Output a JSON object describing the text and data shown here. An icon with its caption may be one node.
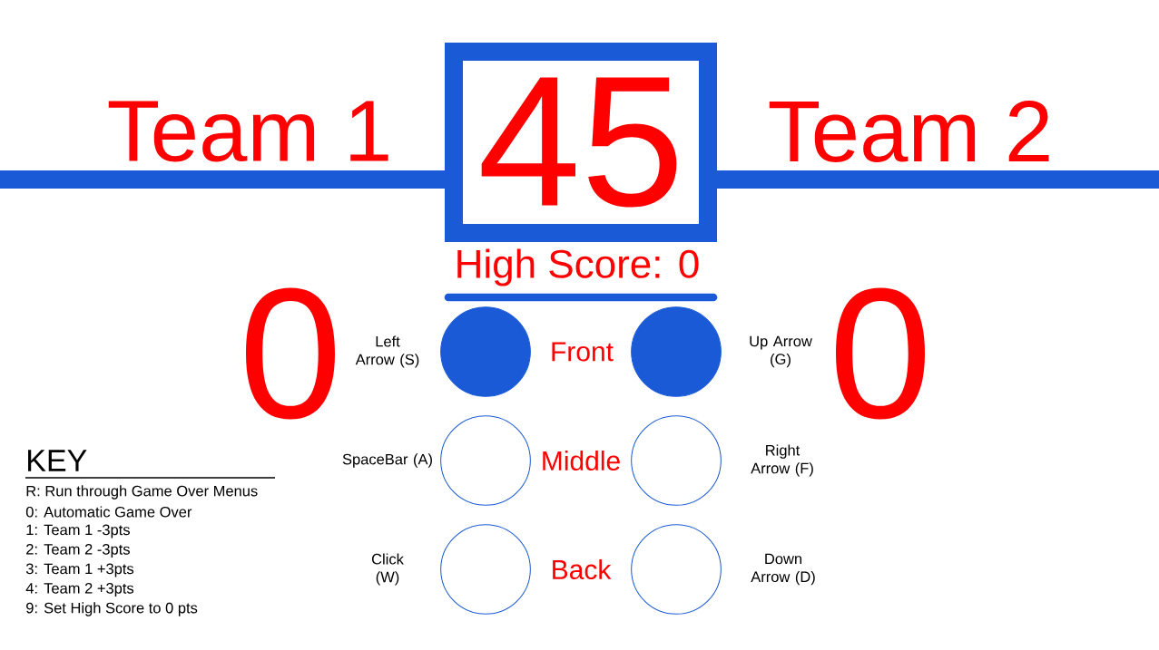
{
  "diagram": {
    "nodes": [
      {
        "text": [
          "45"
        ]
      },
      {
        "text": [],
        "shape": "circle",
        "beside": [
          "Left Arrow (S)"
        ]
      },
      {
        "text": [],
        "shape": "circle",
        "beside": [
          "Up Arrow (G)"
        ]
      },
      {
        "text": [],
        "shape": "circle",
        "beside": [
          "SpaceBar (A)"
        ]
      },
      {
        "text": [],
        "shape": "circle",
        "beside": [
          "Right Arrow (F)"
        ]
      },
      {
        "text": [],
        "shape": "circle",
        "beside": [
          "Click (W)"
        ]
      },
      {
        "text": [],
        "shape": "circle",
        "beside": [
          "Down Arrow (D)"
        ]
      }
    ],
    "labels": [
      "Team 1",
      "Team 2",
      "High Score:  0",
      "0",
      "0",
      "Front",
      "Middle",
      "Back",
      "KEY",
      "R: Run through Game Over Menus",
      "0: Automatic Game Over",
      "1: Team 1  -3pts",
      "2: Team 2  -3pts",
      "3: Team 1  +3pts",
      "4: Team 2  +3pts",
      "9: Set High Score to 0 pts"
    ]
  }
}
